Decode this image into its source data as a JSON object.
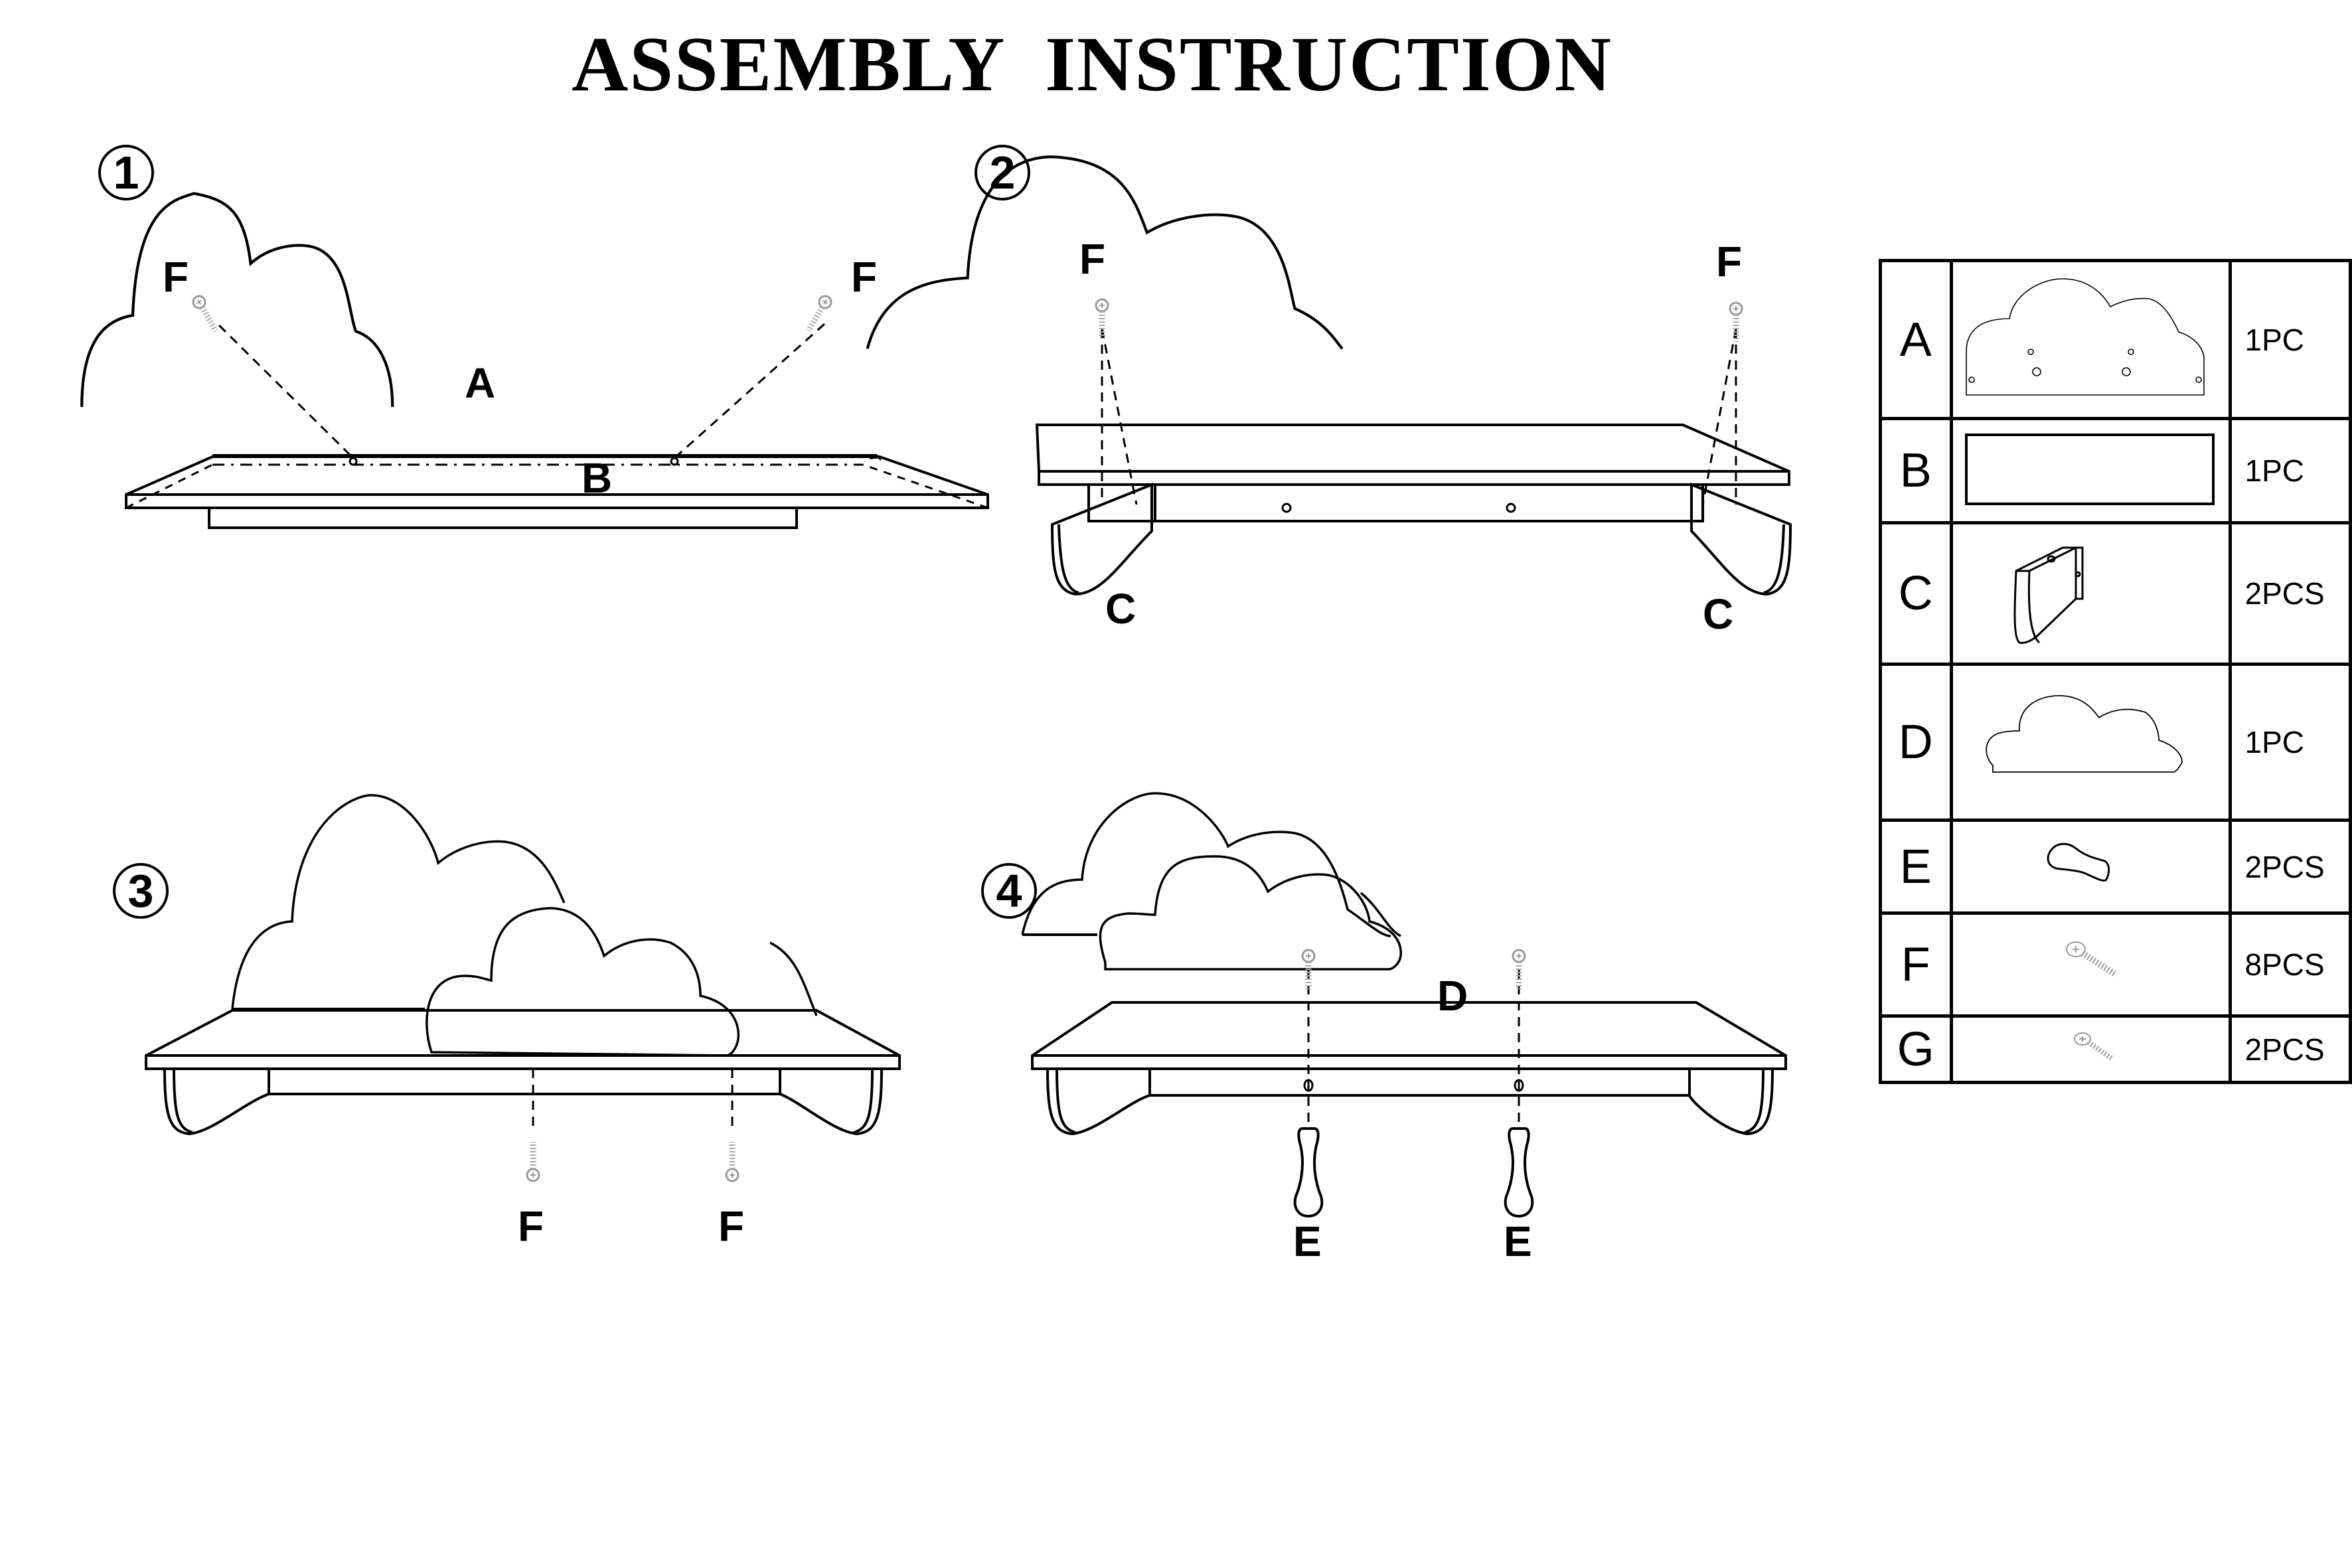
{
  "title": "ASSEMBLY  INSTRUCTION",
  "steps": [
    {
      "number": "1",
      "labels": [
        "F",
        "F",
        "A",
        "B"
      ]
    },
    {
      "number": "2",
      "labels": [
        "F",
        "F",
        "C",
        "C"
      ]
    },
    {
      "number": "3",
      "labels": [
        "F",
        "F"
      ]
    },
    {
      "number": "4",
      "labels": [
        "D",
        "E",
        "E"
      ]
    }
  ],
  "parts_list": [
    {
      "letter": "A",
      "qty": "1PC",
      "icon": "cloud-back-panel-icon"
    },
    {
      "letter": "B",
      "qty": "1PC",
      "icon": "shelf-board-icon"
    },
    {
      "letter": "C",
      "qty": "2PCS",
      "icon": "bracket-icon"
    },
    {
      "letter": "D",
      "qty": "1PC",
      "icon": "small-cloud-panel-icon"
    },
    {
      "letter": "E",
      "qty": "2PCS",
      "icon": "peg-hook-icon"
    },
    {
      "letter": "F",
      "qty": "8PCS",
      "icon": "long-screw-icon"
    },
    {
      "letter": "G",
      "qty": "2PCS",
      "icon": "short-screw-icon"
    }
  ]
}
